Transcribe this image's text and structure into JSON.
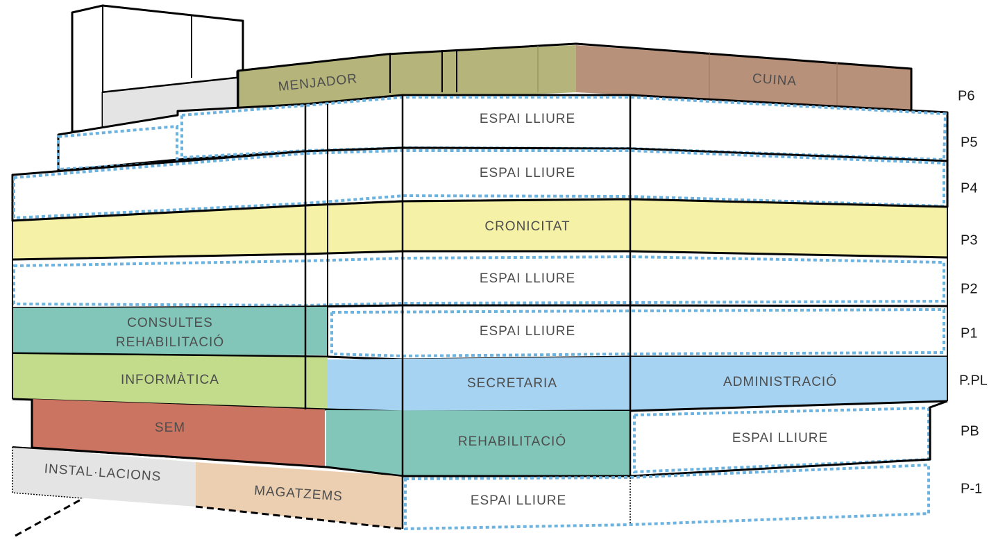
{
  "colors": {
    "menjador": "#b5b47a",
    "cuina": "#b8917a",
    "cronicitat": "#f5f2a8",
    "consultes": "#82c6ba",
    "informatica": "#c3dc8c",
    "secretaria": "#a7d3f2",
    "sem": "#cc7462",
    "rehabilitacio": "#82c6ba",
    "installacions": "#e4e4e4",
    "magatzems": "#ebcfb0",
    "roof": "#e4e4e4",
    "espai_lliure_border": "#6db3e0"
  },
  "zones": {
    "menjador": "MENJADOR",
    "cuina": "CUINA",
    "p5_espai": "ESPAI LLIURE",
    "p4_espai": "ESPAI LLIURE",
    "cronicitat": "CRONICITAT",
    "p2_espai": "ESPAI LLIURE",
    "consultes_line1": "CONSULTES",
    "consultes_line2": "REHABILITACIÓ",
    "p1_espai": "ESPAI LLIURE",
    "informatica": "INFORMÀTICA",
    "secretaria": "SECRETARIA",
    "administracio": "ADMINISTRACIÓ",
    "sem": "SEM",
    "rehabilitacio": "REHABILITACIÓ",
    "pb_espai": "ESPAI LLIURE",
    "installacions": "INSTAL·LACIONS",
    "magatzems": "MAGATZEMS",
    "p_1_espai": "ESPAI LLIURE"
  },
  "floors": {
    "p6": "P6",
    "p5": "P5",
    "p4": "P4",
    "p3": "P3",
    "p2": "P2",
    "p1": "P1",
    "ppl": "P.PL",
    "pb": "PB",
    "p_1": "P-1"
  }
}
